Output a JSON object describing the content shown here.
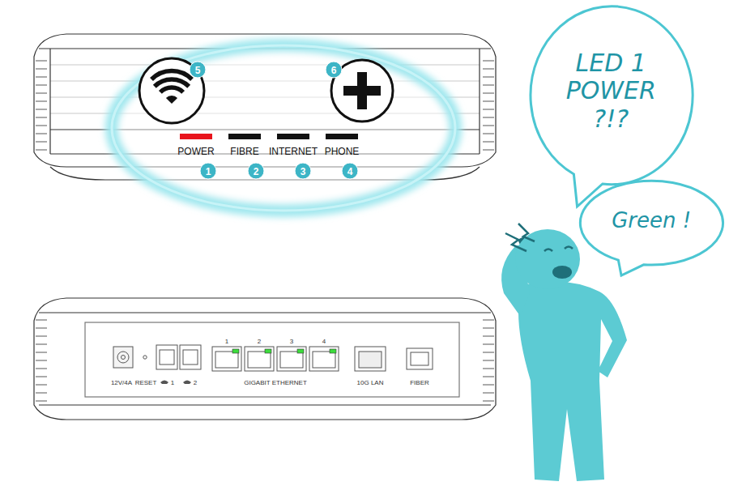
{
  "diagram": {
    "nodes": [
      {
        "text": [
          "LED 1 POWER ?!?"
        ]
      },
      {
        "text": [
          "Green !"
        ]
      }
    ],
    "labels": [
      "5",
      "6",
      "POWER",
      "FIBRE",
      "INTERNET",
      "PHONE",
      "1",
      "2",
      "3",
      "4",
      "1",
      "2",
      "3",
      "4",
      "12V/4A",
      "RESET",
      "1",
      "2",
      "GIGABIT ETHERNET",
      "10G LAN",
      "FIBER"
    ]
  }
}
